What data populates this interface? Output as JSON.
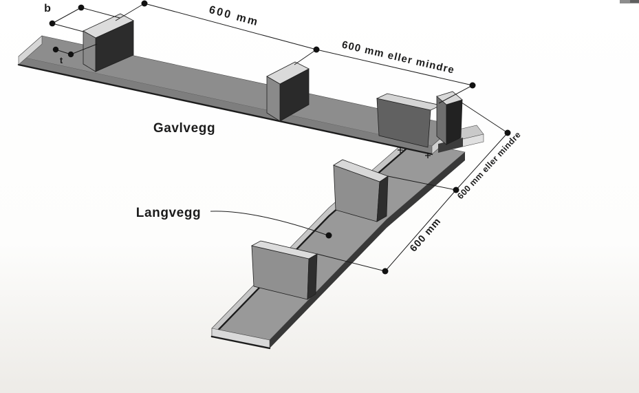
{
  "labels": {
    "gable_wall": "Gavlvegg",
    "long_wall": "Langvegg",
    "stud_width": "b",
    "stud_thickness": "t"
  },
  "dimensions": {
    "gable_spacing_1": "600 mm",
    "gable_spacing_2": "600 mm eller mindre",
    "long_spacing_1": "600 mm eller mindre",
    "long_spacing_2": "600 mm"
  },
  "colors": {
    "ink": "#1b1b1b",
    "stud_dark_face": "#2b2b2b",
    "stud_light_top": "#dadada",
    "plate_gray": "#8f8f8f"
  }
}
